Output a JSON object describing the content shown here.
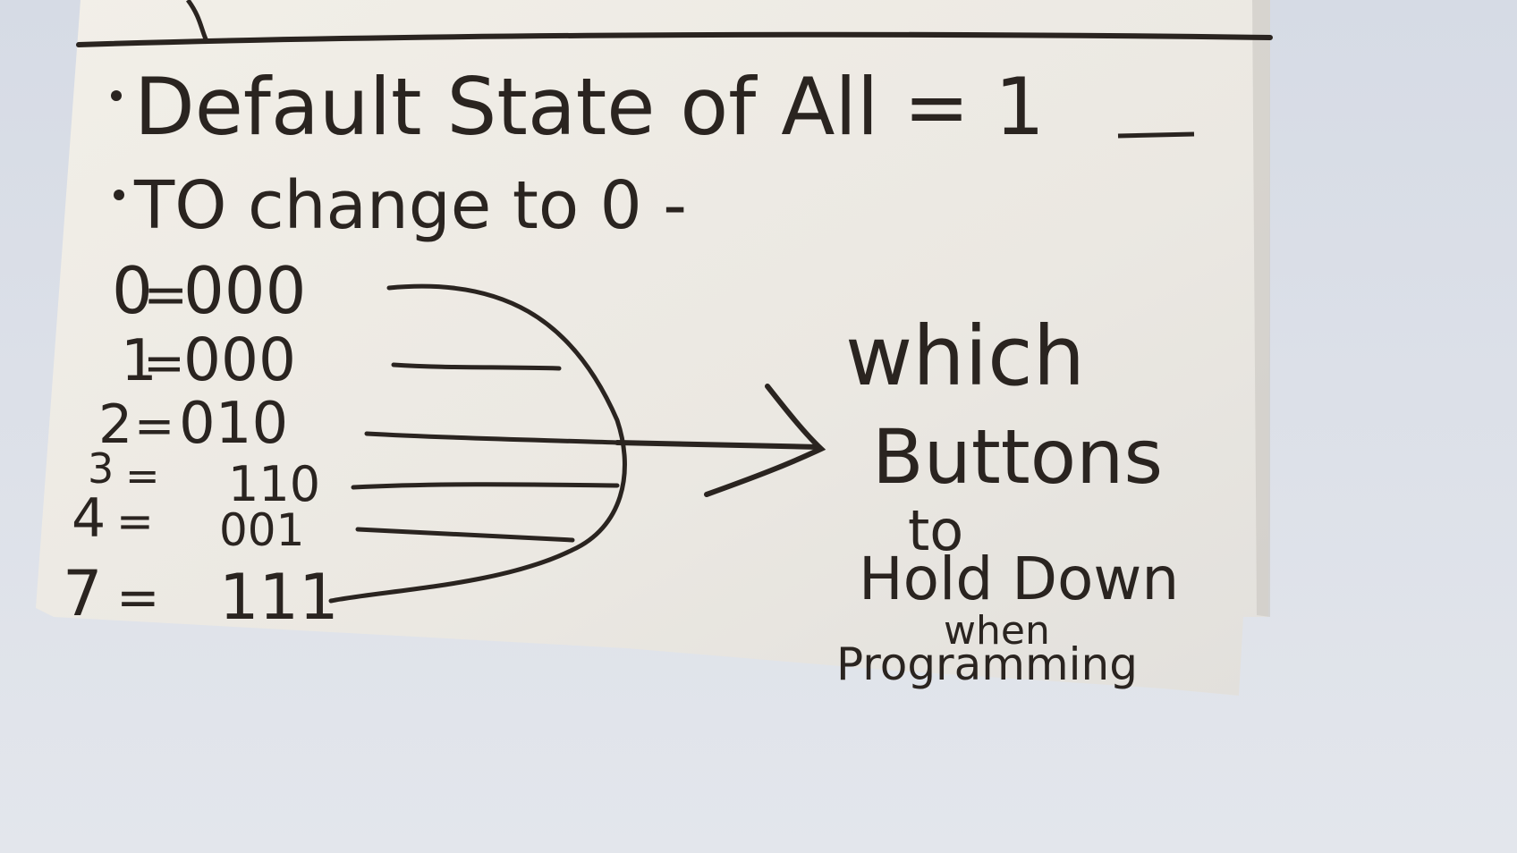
{
  "note": {
    "line1": "Default State of All = 1",
    "line2": "TO change to 0 -",
    "codes": [
      {
        "num": "0",
        "code": "000"
      },
      {
        "num": "1",
        "code": "000"
      },
      {
        "num": "2",
        "code": "010"
      },
      {
        "num": "3",
        "code": "110"
      },
      {
        "num": "4",
        "code": "001"
      },
      {
        "num": "7",
        "code": "111"
      }
    ],
    "right": {
      "which": "which",
      "buttons": "Buttons",
      "to": "to",
      "hold": "Hold Down",
      "when": "when",
      "programming": "Programming"
    }
  },
  "colors": {
    "ink": "#2a2420",
    "paper": "#efece6",
    "background": "#dfe3ea"
  }
}
